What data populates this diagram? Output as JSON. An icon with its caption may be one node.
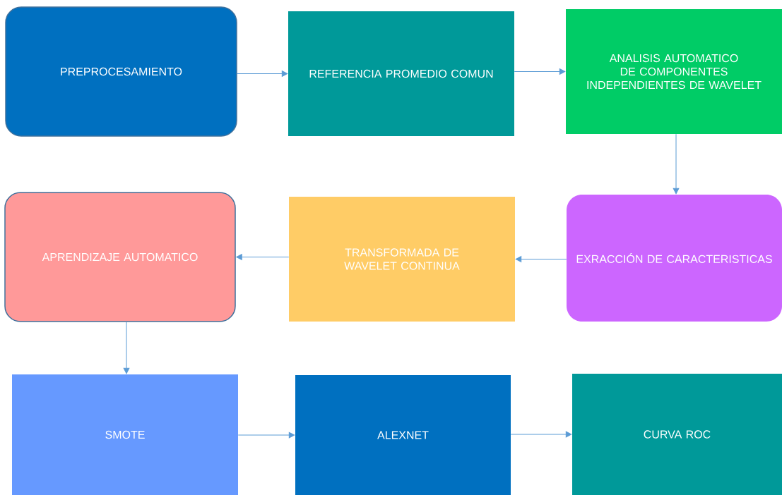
{
  "diagram": {
    "nodes": [
      {
        "text": [
          "PREPROCESAMIENTO"
        ]
      },
      {
        "text": [
          "REFERENCIA PROMEDIO COMUN"
        ]
      },
      {
        "text": [
          "ANALISIS AUTOMATICO DE COMPONENTES INDEPENDIENTES DE WAVELET"
        ]
      },
      {
        "text": [
          "EXRACCIÓN DE CARACTERISTICAS"
        ]
      },
      {
        "text": [
          "TRANSFORMADA DE WAVELET CONTINUA"
        ]
      },
      {
        "text": [
          "APRENDIZAJE AUTOMATICO"
        ]
      },
      {
        "text": [
          "SMOTE"
        ]
      },
      {
        "text": [
          "ALEXNET"
        ]
      },
      {
        "text": [
          "CURVA ROC"
        ]
      }
    ],
    "edges": [
      {
        "from": 0,
        "to": 1,
        "arrow": "to"
      },
      {
        "from": 1,
        "to": 2,
        "arrow": "to"
      },
      {
        "from": 2,
        "to": 3,
        "arrow": "to"
      },
      {
        "from": 3,
        "to": 4,
        "arrow": "to"
      },
      {
        "from": 4,
        "to": 5,
        "arrow": "to"
      },
      {
        "from": 5,
        "to": 6,
        "arrow": "to"
      },
      {
        "from": 6,
        "to": 7,
        "arrow": "to"
      },
      {
        "from": 7,
        "to": 8,
        "arrow": "to"
      }
    ]
  }
}
